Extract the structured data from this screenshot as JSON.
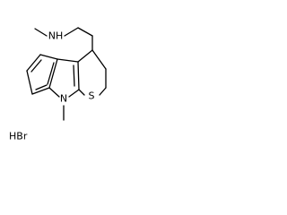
{
  "molecule": {
    "atoms": {
      "amine_nitrogen": "NH",
      "indole_nitrogen": "N",
      "sulfur": "S",
      "salt": "HBr"
    }
  },
  "colors": {
    "bond": "#000000",
    "label": "#000000",
    "background": "#ffffff"
  }
}
